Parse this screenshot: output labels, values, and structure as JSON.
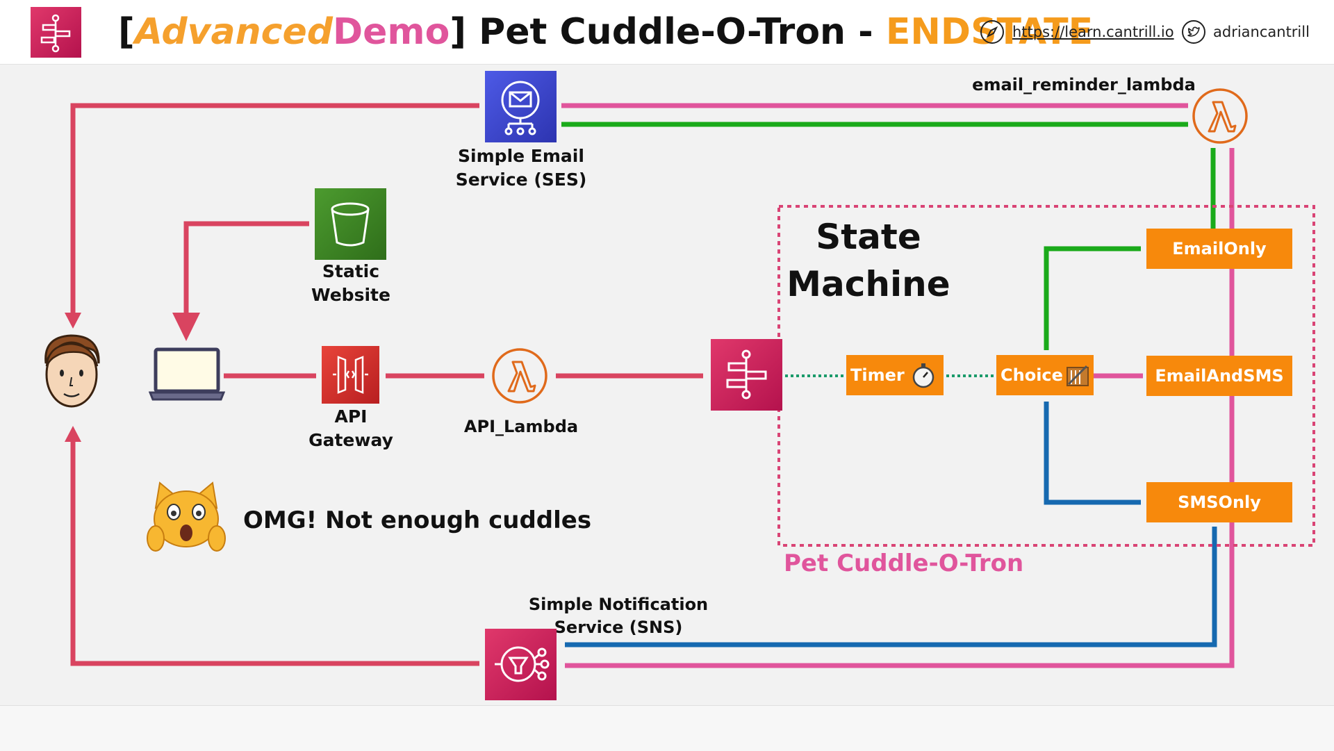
{
  "header": {
    "bracket_open": "[",
    "title_advanced": "Advanced",
    "title_demo": "Demo",
    "bracket_close": "]",
    "title_main": " Pet Cuddle-O-Tron - ",
    "title_endstate": "ENDSTATE",
    "website": "https://learn.cantrill.io",
    "twitter_handle": "adriancantrill"
  },
  "diagram": {
    "ses_label_line1": "Simple Email",
    "ses_label_line2": "Service (SES)",
    "email_lambda_label": "email_reminder_lambda",
    "s3_label_line1": "Static",
    "s3_label_line2": "Website",
    "apigw_label_line1": "API",
    "apigw_label_line2": "Gateway",
    "api_lambda_label": "API_Lambda",
    "state_machine_line1": "State",
    "state_machine_line2": "Machine",
    "boundary_label": "Pet Cuddle-O-Tron",
    "states": {
      "timer": "Timer",
      "choice": "Choice",
      "email_only": "EmailOnly",
      "email_and_sms": "EmailAndSMS",
      "sms_only": "SMSOnly"
    },
    "cat_caption": "OMG! Not enough cuddles",
    "sns_label_line1": "Simple Notification",
    "sns_label_line2": "Service (SNS)"
  },
  "colors": {
    "red_line": "#d94460",
    "pink_line": "#e0559c",
    "green_line": "#1aaa1a",
    "blue_line": "#1669b0",
    "teal_dots": "#1a9a6a",
    "state_orange": "#f7890c",
    "lambda_orange": "#e06a1b",
    "ses_blue": "#3f48cc",
    "s3_green": "#3f8624",
    "apigw_red": "#d8312c",
    "stepfn_pink": "#d42a62"
  },
  "icons": [
    "workflow-icon",
    "compass-icon",
    "twitter-icon",
    "ses-icon",
    "lambda-icon",
    "s3-bucket-icon",
    "api-gateway-icon",
    "step-functions-icon",
    "sns-icon",
    "stopwatch-icon",
    "choice-icon",
    "user-face-icon",
    "laptop-icon",
    "cat-emoji-icon"
  ]
}
